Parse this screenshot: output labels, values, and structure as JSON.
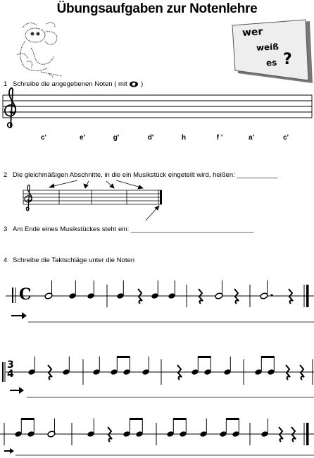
{
  "title": "Übungsaufgaben zur Notenlehre",
  "wer_box": {
    "line1": "wer",
    "line2": "weiß",
    "line3": "es",
    "mark": "?"
  },
  "q1": {
    "number": "1",
    "text_before": "Schreibe die angegebenen Noten ( mit",
    "text_after": ")"
  },
  "q1_notes": [
    "c'",
    "e'",
    "g'",
    "d'",
    "h",
    "f '",
    "a'",
    "c'"
  ],
  "q2": {
    "number": "2",
    "text": "Die gleichmäßigen Abschnitte, in die ein Musikstück eingeteilt wird, heißen:",
    "blank": "___________"
  },
  "q3": {
    "number": "3",
    "text": "Am Ende eines Musikstückes steht ein:",
    "blank": "_________________________________"
  },
  "q4": {
    "number": "4",
    "text": "Schreibe die Taktschläge unter die Noten"
  },
  "rhythm1": {
    "time_signature": "C"
  },
  "rhythm2": {
    "time_signature_top": "3",
    "time_signature_bottom": "4"
  }
}
